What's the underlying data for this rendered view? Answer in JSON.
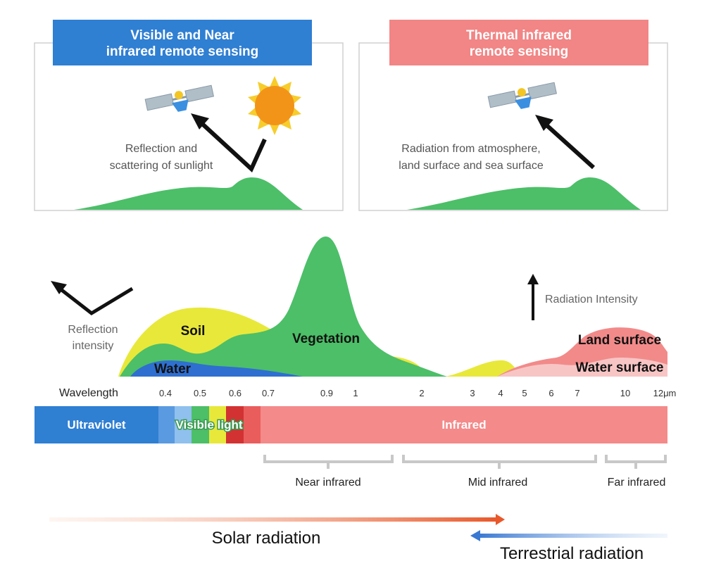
{
  "panels": {
    "left": {
      "header": [
        "Visible and Near",
        "infrared remote sensing"
      ],
      "caption": [
        "Reflection and",
        "scattering of sunlight"
      ],
      "header_color": "#2f7fd3"
    },
    "right": {
      "header": [
        "Thermal infrared",
        "remote sensing"
      ],
      "caption": [
        "Radiation from atmosphere,",
        "land surface and sea surface"
      ],
      "header_color": "#f28585"
    }
  },
  "left_axis_label": [
    "Reflection",
    "intensity"
  ],
  "right_axis_label": "Radiation Intensity",
  "curves": {
    "soil": "Soil",
    "water": "Water",
    "vegetation": "Vegetation",
    "land_surface": "Land surface",
    "water_surface": "Water surface"
  },
  "wavelength": {
    "title": "Wavelength",
    "ticks": [
      "0.4",
      "0.5",
      "0.6",
      "0.7",
      "0.9",
      "1",
      "2",
      "3",
      "4",
      "5",
      "6",
      "7",
      "10",
      "12μm"
    ]
  },
  "spectrum": {
    "ultraviolet": "Ultraviolet",
    "visible": "Visible light",
    "infrared": "Infrared"
  },
  "infrared_ranges": [
    "Near infrared",
    "Mid infrared",
    "Far infrared"
  ],
  "radiation": {
    "solar": "Solar radiation",
    "terrestrial": "Terrestrial radiation"
  },
  "colors": {
    "blue": "#2f7fd3",
    "red": "#f28585",
    "vegetation": "#4cbf68",
    "soil": "#e8e83a",
    "water": "#2f6fd0",
    "infrared_band": "#f48a8a",
    "solar_arrow": "#e8582a",
    "terrestrial_arrow": "#3a79d2"
  }
}
